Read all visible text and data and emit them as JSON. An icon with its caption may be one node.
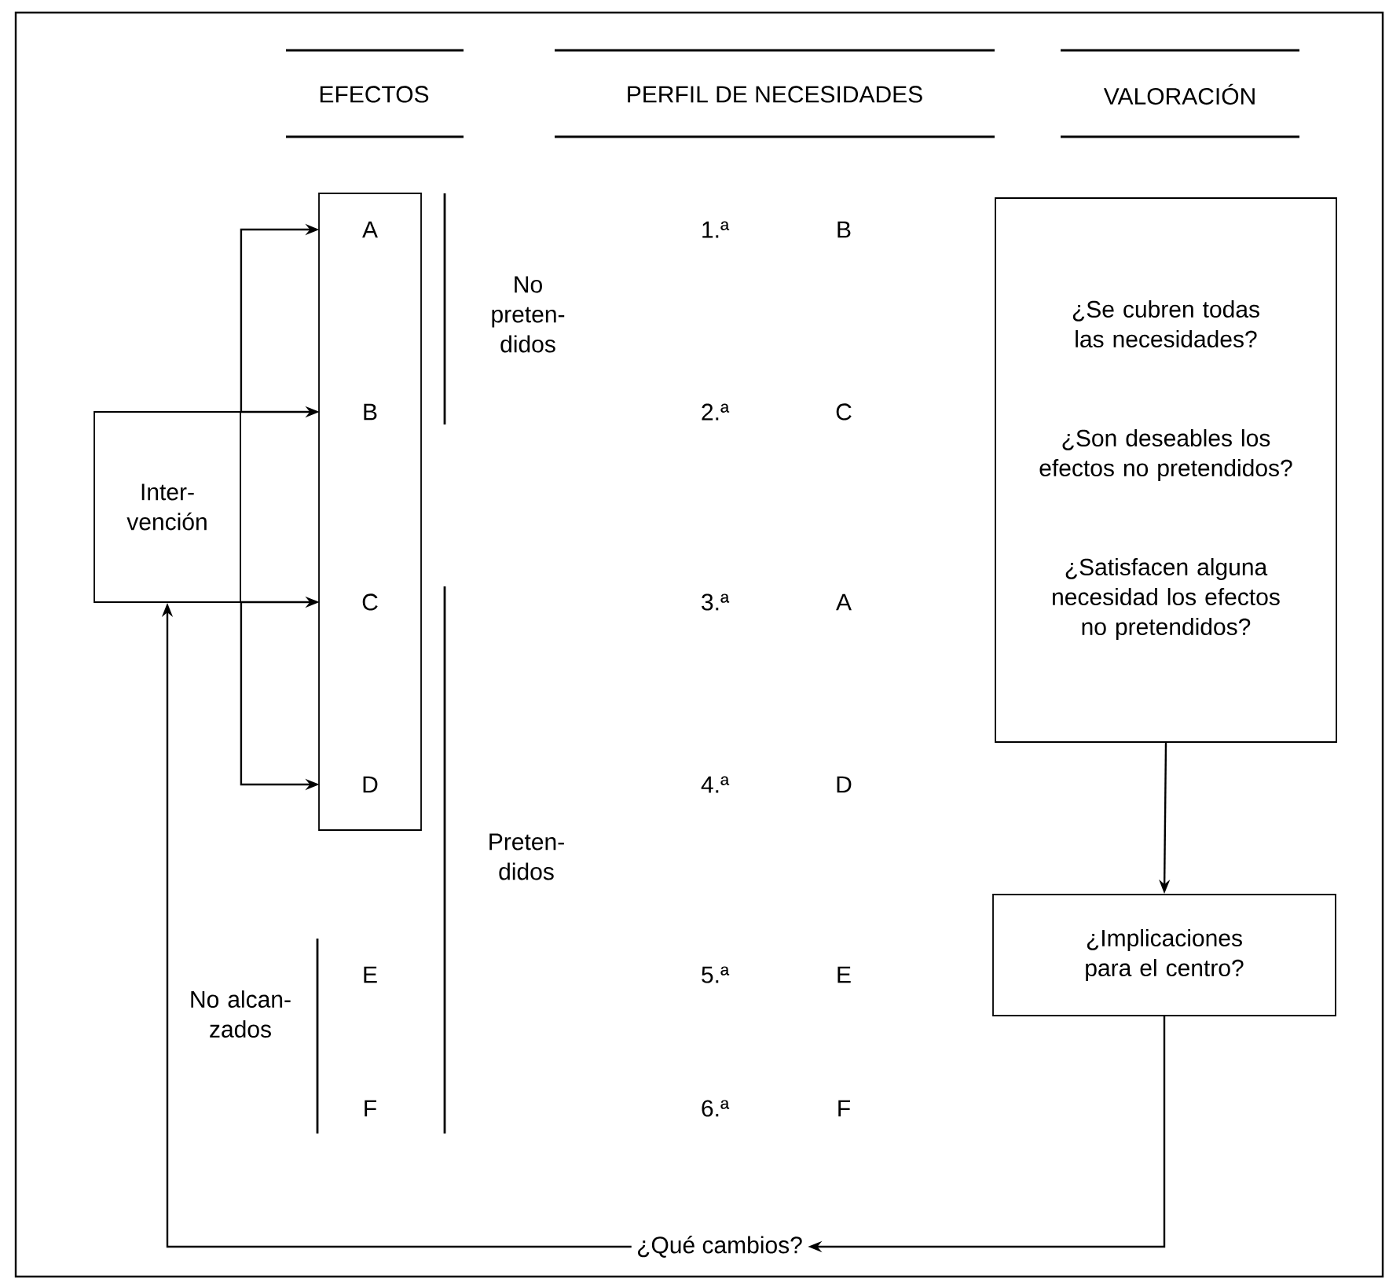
{
  "diagram": {
    "nodes": [
      {
        "text": [
          "Inter- vención"
        ]
      },
      {
        "text": [],
        "shape": "box"
      },
      {
        "text": [
          "A"
        ],
        "in": 1
      },
      {
        "text": [
          "B"
        ],
        "in": 1
      },
      {
        "text": [
          "C"
        ],
        "in": 1
      },
      {
        "text": [
          "D"
        ],
        "in": 1
      },
      {
        "text": [
          "¿Se cubren todas las necesidades?",
          "¿Son deseables los efectos no pretendidos?",
          "¿Satisfacen alguna necesidad los efectos no pretendidos?"
        ]
      },
      {
        "text": [
          "¿Implicaciones para el centro?"
        ]
      },
      {
        "text": [
          "¿Qué cambios?"
        ]
      }
    ],
    "edges": [
      {
        "from": 0,
        "to": 2,
        "arrow": "to"
      },
      {
        "from": 0,
        "to": 3,
        "arrow": "to"
      },
      {
        "from": 0,
        "to": 4,
        "arrow": "to"
      },
      {
        "from": 0,
        "to": 5,
        "arrow": "to"
      },
      {
        "from": 6,
        "to": 7,
        "arrow": "to"
      },
      {
        "from": 7,
        "to": 8,
        "arrow": "to"
      },
      {
        "from": 8,
        "to": 0,
        "arrow": "to"
      }
    ],
    "labels": [
      "EFECTOS",
      "PERFIL DE NECESIDADES",
      "VALORACIÓN",
      "1.ª",
      "B",
      "No preten- didos",
      "2.ª",
      "C",
      "3.ª",
      "A",
      "4.ª",
      "D",
      "Preten- didos",
      "E",
      "No alcan- zados",
      "5.ª",
      "E",
      "F",
      "6.ª",
      "F"
    ]
  }
}
